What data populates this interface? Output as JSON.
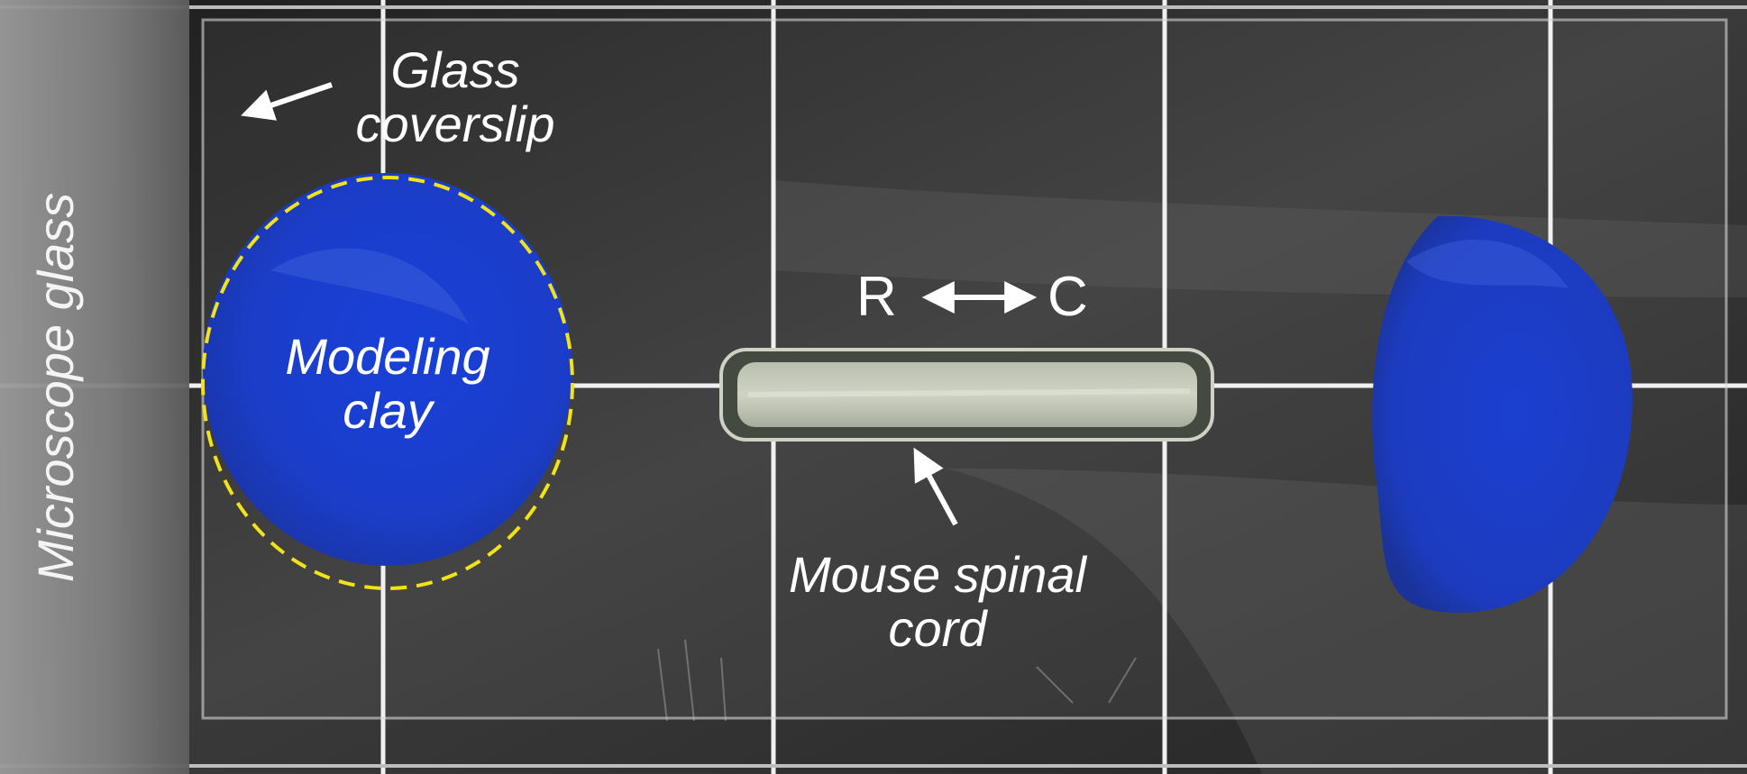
{
  "labels": {
    "microscope_glass": "Microscope glass",
    "glass_coverslip_line1": "Glass",
    "glass_coverslip_line2": "coverslip",
    "modeling_clay_line1": "Modeling",
    "modeling_clay_line2": "clay",
    "mouse_spinal_cord_line1": "Mouse spinal",
    "mouse_spinal_cord_line2": "cord",
    "rostral": "R",
    "caudal": "C"
  },
  "colors": {
    "annotation_text": "#ffffff",
    "clay_blue": "#1f3fc4",
    "dashed_outline": "#f2e21a",
    "grid_line": "#f2f2f2",
    "dark_surface": "#2e2e2e"
  }
}
